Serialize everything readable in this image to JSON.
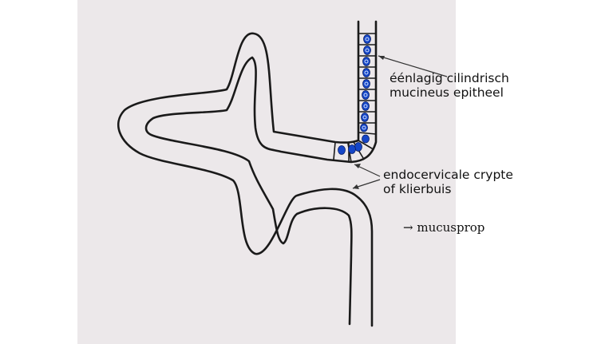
{
  "labels": {
    "epithelium_line1": "éénlagig cilindrisch",
    "epithelium_line2": "mucineus epitheel",
    "crypt_line1": "endocervicale crypte",
    "crypt_line2": "of klierbuis",
    "note_arrow": "→",
    "note_text": "mucusprop"
  },
  "colors": {
    "slide_background": "#ece8ea",
    "outline": "#1a1a1a",
    "nucleus": "#1546c8"
  }
}
